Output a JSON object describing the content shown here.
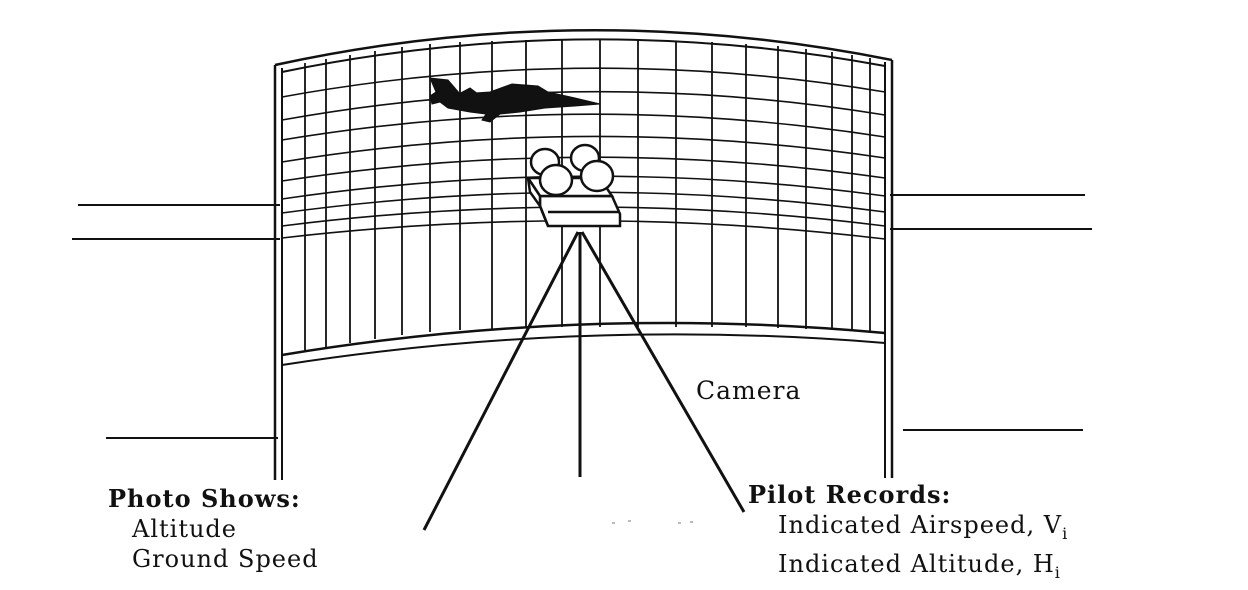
{
  "diagram": {
    "camera_label": "Camera",
    "photo": {
      "title": "Photo Shows:",
      "items": [
        "Altitude",
        "Ground Speed"
      ]
    },
    "pilot": {
      "title": "Pilot Records:",
      "items": [
        {
          "text": "Indicated Airspeed, V",
          "subscript": "i"
        },
        {
          "text": "Indicated Altitude, H",
          "subscript": "i"
        }
      ]
    },
    "colors": {
      "ink": "#111111",
      "background": "#ffffff"
    },
    "icons": [
      "aircraft-silhouette-icon",
      "camera-icon",
      "tripod-icon"
    ]
  }
}
